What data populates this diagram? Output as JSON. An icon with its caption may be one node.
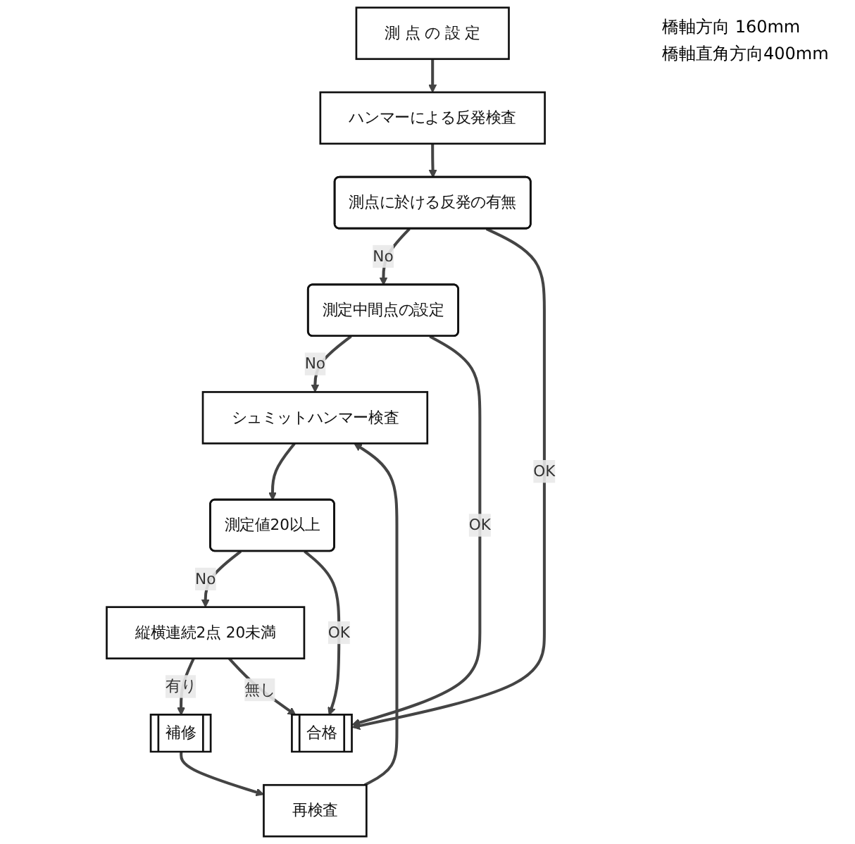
{
  "diagram": {
    "nodes": [
      {
        "text": [
          "測 点 の 設 定"
        ],
        "beside": [
          "橋軸方向 160mm",
          "橋軸直角方向400mm"
        ]
      },
      {
        "text": [
          "ハンマーによる反発検査"
        ]
      },
      {
        "text": [
          "測点に於ける反発の有無"
        ]
      },
      {
        "text": [
          "測定中間点の設定"
        ]
      },
      {
        "text": [
          "シュミットハンマー検査"
        ]
      },
      {
        "text": [
          "測定値20以上"
        ]
      },
      {
        "text": [
          "縦横連続2点 20未満"
        ]
      },
      {
        "text": [
          "再検査"
        ]
      },
      {
        "text": [
          "補修"
        ]
      },
      {
        "text": [
          "合格"
        ]
      }
    ],
    "edges": [
      {
        "from": 0,
        "to": 1,
        "arrow": "to"
      },
      {
        "from": 1,
        "to": 2,
        "arrow": "to"
      },
      {
        "from": 2,
        "to": 3,
        "arrow": "to",
        "label": "No"
      },
      {
        "from": 2,
        "to": 9,
        "arrow": "to",
        "label": "OK"
      },
      {
        "from": 3,
        "to": 4,
        "arrow": "to",
        "label": "No"
      },
      {
        "from": 3,
        "to": 9,
        "arrow": "to",
        "label": "OK"
      },
      {
        "from": 4,
        "to": 5,
        "arrow": "to"
      },
      {
        "from": 5,
        "to": 6,
        "arrow": "to",
        "label": "No"
      },
      {
        "from": 5,
        "to": 9,
        "arrow": "to",
        "label": "OK"
      },
      {
        "from": 6,
        "to": 8,
        "arrow": "to",
        "label": "有り"
      },
      {
        "from": 6,
        "to": 9,
        "arrow": "to",
        "label": "無し"
      },
      {
        "from": 8,
        "to": 7,
        "arrow": "to"
      },
      {
        "from": 7,
        "to": 4,
        "arrow": "to"
      }
    ]
  }
}
